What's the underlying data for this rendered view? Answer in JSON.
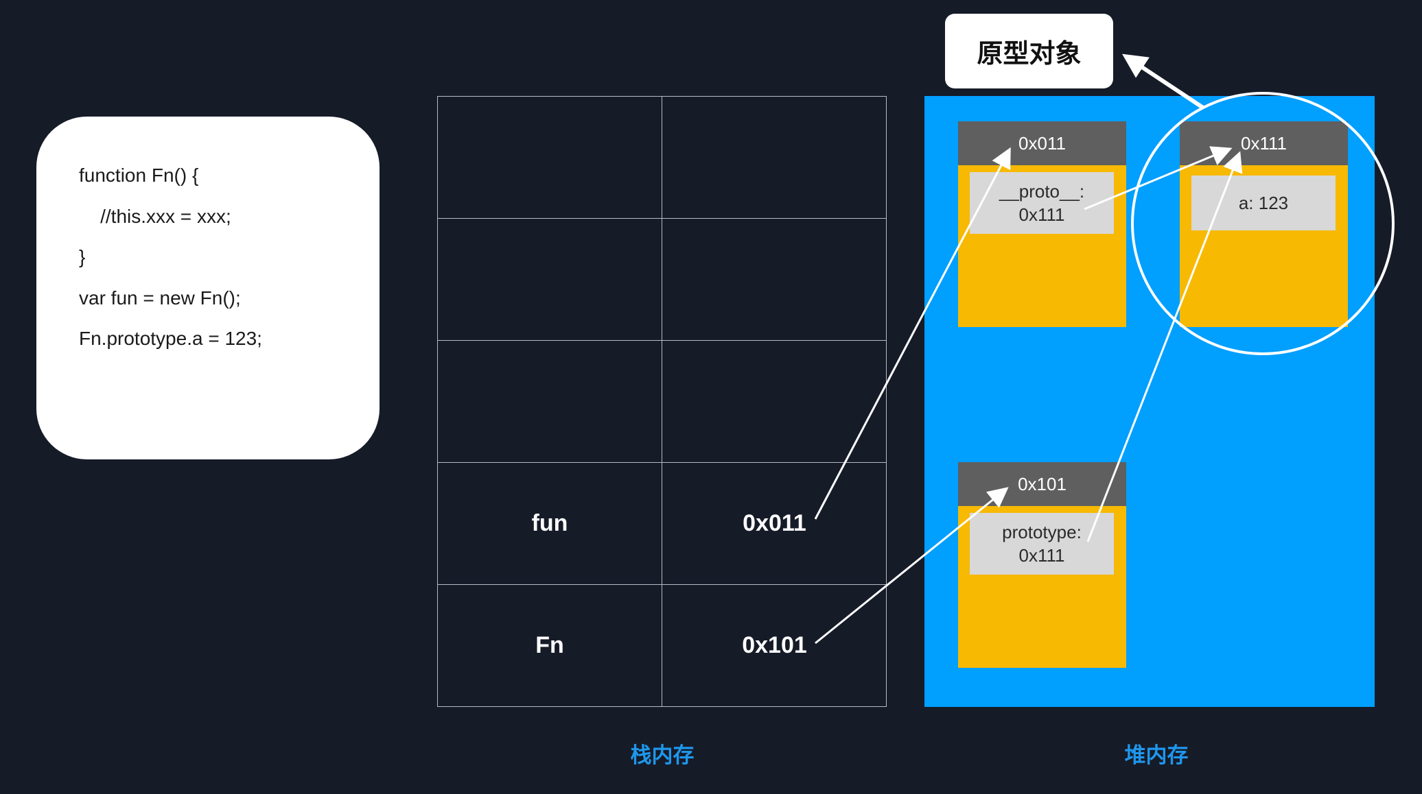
{
  "code": {
    "lines": [
      "function Fn() {",
      "    //this.xxx = xxx;",
      "}",
      "var fun = new Fn();",
      "Fn.prototype.a = 123;"
    ]
  },
  "stack": {
    "label": "栈内存",
    "rows": [
      {
        "name": "",
        "value": ""
      },
      {
        "name": "",
        "value": ""
      },
      {
        "name": "",
        "value": ""
      },
      {
        "name": "fun",
        "value": "0x011"
      },
      {
        "name": "Fn",
        "value": "0x101"
      }
    ]
  },
  "heap": {
    "label": "堆内存",
    "objects": {
      "fun_obj": {
        "address": "0x011",
        "field_line1": "__proto__:",
        "field_line2": "0x111"
      },
      "proto_obj": {
        "address": "0x111",
        "field_line1": "a: 123"
      },
      "fn_obj": {
        "address": "0x101",
        "field_line1": "prototype:",
        "field_line2": "0x111"
      }
    }
  },
  "callout": {
    "label": "原型对象"
  },
  "colors": {
    "background": "#161b28",
    "heap": "#019ffe",
    "object_body": "#f7b902",
    "object_header": "#5f5f5f",
    "field": "#d8d8d8",
    "memory_label": "#1e97ec"
  }
}
